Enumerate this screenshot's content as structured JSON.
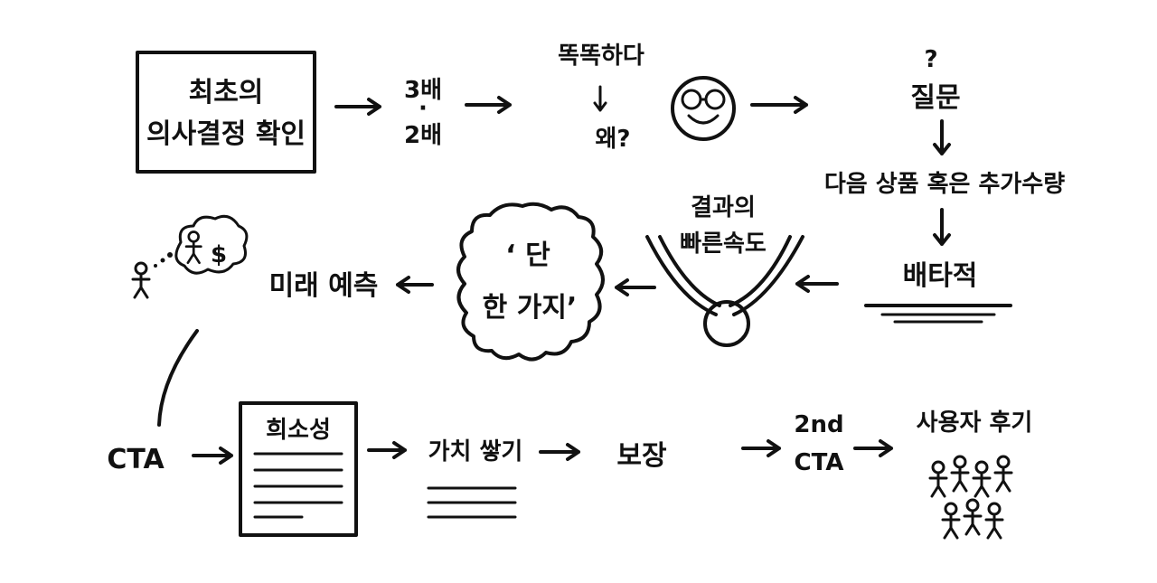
{
  "nodes": {
    "first_decision": [
      "최초의",
      "의사결정 확인"
    ],
    "triple_double": [
      "3배",
      "·",
      "2배"
    ],
    "smart": "똑똑하다",
    "why": "왜?",
    "question_mark": "?",
    "question": "질문",
    "next_product": "다음 상품 혹은 추가수량",
    "exclusive": "배타적",
    "fast_results": [
      "결과의",
      "빠른속도"
    ],
    "just_one": [
      "‘ 단",
      "한 가지’"
    ],
    "predict_future": "미래 예측",
    "dollar_sign": "$",
    "cta": "CTA",
    "scarcity": "희소성",
    "stack_value": "가치 쌓기",
    "guarantee": "보장",
    "second_cta": [
      "2nd",
      "CTA"
    ],
    "testimonials": "사용자 후기"
  },
  "colors": {
    "ink": "#111111",
    "background": "#ffffff"
  }
}
